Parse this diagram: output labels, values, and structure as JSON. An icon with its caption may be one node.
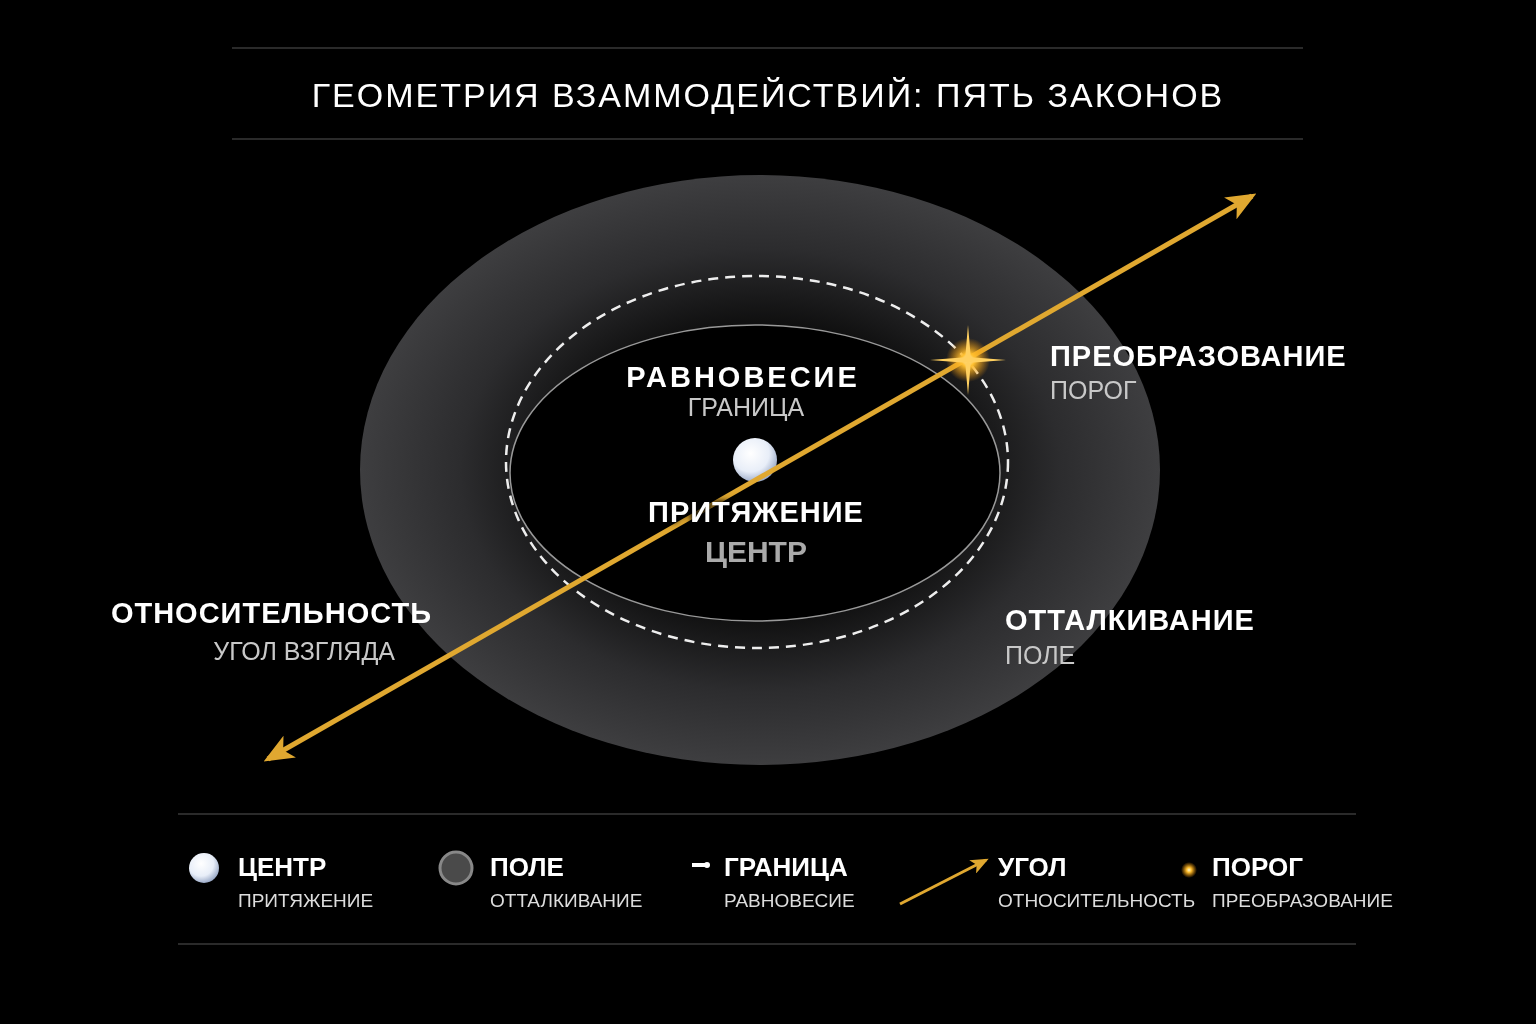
{
  "diagram": {
    "title": "ГЕОМЕТРИЯ ВЗАММОДЕЙСТВИЙ: ПЯТЬ ЗАКОНОВ",
    "nodes": [
      {
        "text": [
          "ОТТАЛКИВАНИЕ",
          "ПОЛЕ"
        ]
      },
      {
        "text": [
          "РАВНОВЕСИЕ",
          "ГРАНИЦА"
        ],
        "in": 0
      },
      {
        "text": [],
        "shape": "circle",
        "beside": [
          "ПРИТЯЖЕНИЕ",
          "ЦЕНТР"
        ],
        "in": 1
      }
    ],
    "edges": [],
    "labels": [
      "ПРЕОБРАЗОВАНИЕ",
      "ПОРОГ",
      "ОТНОСИТЕЛЬНОСТЬ",
      "УГОЛ ВЗГЛЯДА"
    ],
    "legend": [
      {
        "text": "ЦЕНТР ПРИТЯЖЕНИЕ"
      },
      {
        "text": "ПОЛЕ ОТТАЛКИВАНИЕ"
      },
      {
        "text": "ГРАНИЦА РАВНОВЕСИЕ"
      },
      {
        "text": "УГОЛ ОТНОСИТЕЛЬНОСТЬ"
      },
      {
        "text": "ПОРОГ ПРЕОБРАЗОВАНИЕ"
      }
    ]
  }
}
